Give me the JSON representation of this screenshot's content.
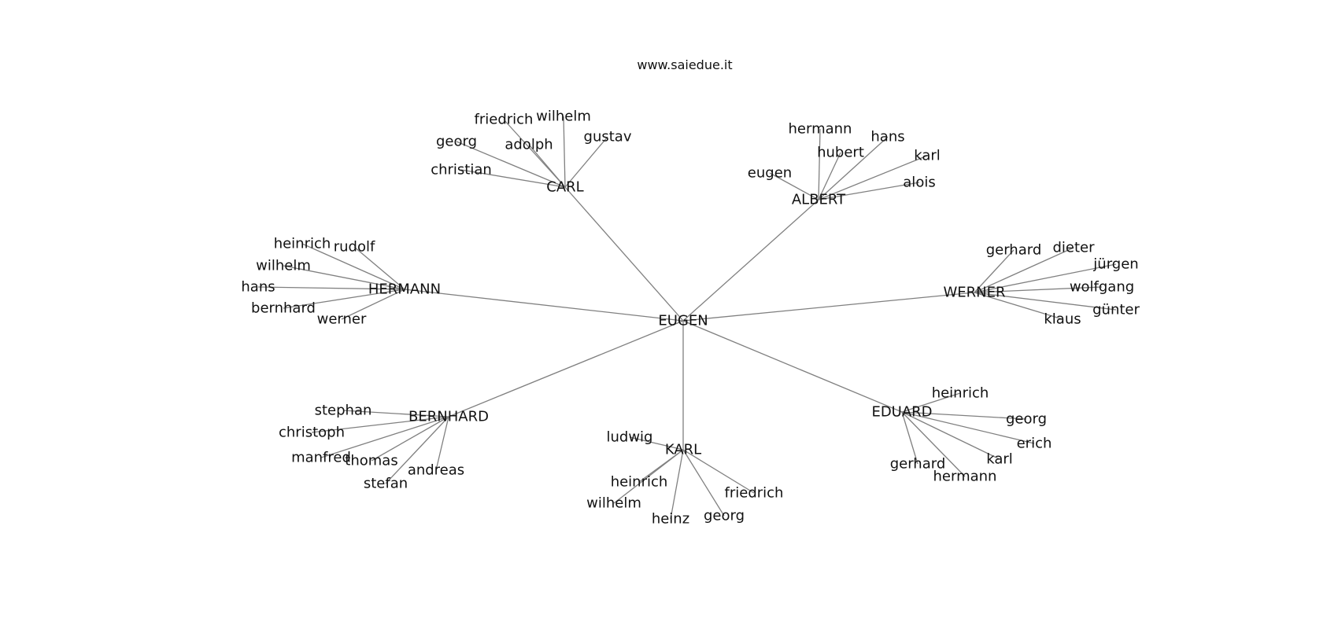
{
  "title": "www.saiedue.it",
  "graph": {
    "root": "EUGEN",
    "branches": [
      {
        "name": "CARL",
        "children": [
          "friedrich",
          "wilhelm",
          "georg",
          "adolph",
          "gustav",
          "christian"
        ]
      },
      {
        "name": "ALBERT",
        "children": [
          "hermann",
          "hans",
          "hubert",
          "karl",
          "eugen",
          "alois"
        ]
      },
      {
        "name": "HERMANN",
        "children": [
          "heinrich",
          "rudolf",
          "wilhelm",
          "hans",
          "bernhard",
          "werner"
        ]
      },
      {
        "name": "WERNER",
        "children": [
          "gerhard",
          "dieter",
          "jürgen",
          "wolfgang",
          "günter",
          "klaus"
        ]
      },
      {
        "name": "BERNHARD",
        "children": [
          "stephan",
          "christoph",
          "manfred",
          "thomas",
          "andreas",
          "stefan"
        ]
      },
      {
        "name": "KARL",
        "children": [
          "ludwig",
          "heinrich",
          "wilhelm",
          "heinz",
          "georg",
          "friedrich"
        ]
      },
      {
        "name": "EDUARD",
        "children": [
          "heinrich",
          "georg",
          "erich",
          "karl",
          "gerhard",
          "hermann"
        ]
      }
    ]
  }
}
